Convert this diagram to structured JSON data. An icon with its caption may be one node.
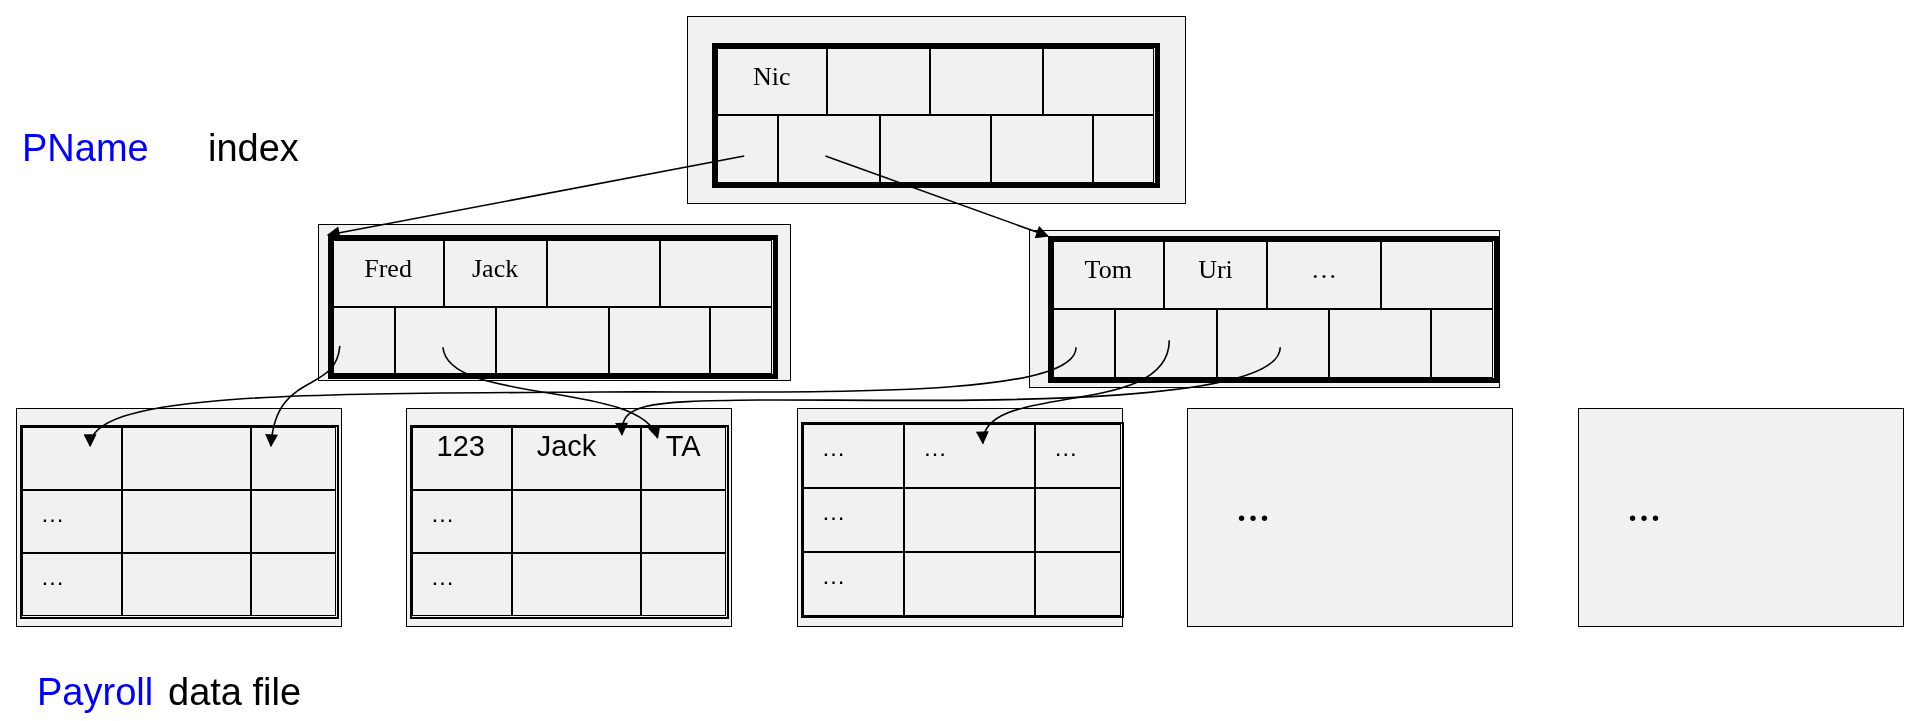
{
  "diagram": {
    "nodes": [
      {
        "text": [],
        "shape": "box"
      },
      {
        "text": [
          "Nic"
        ],
        "in": 0
      },
      {
        "text": [],
        "shape": "box",
        "in": 0
      },
      {
        "text": [],
        "shape": "box",
        "in": 0
      },
      {
        "text": [],
        "shape": "box",
        "in": 0
      },
      {
        "text": [],
        "shape": "box",
        "in": 0
      },
      {
        "text": [],
        "shape": "box",
        "in": 0
      },
      {
        "text": [],
        "shape": "box",
        "in": 0
      },
      {
        "text": [],
        "shape": "box",
        "in": 0
      },
      {
        "text": [],
        "shape": "box",
        "in": 0
      },
      {
        "text": [],
        "shape": "box"
      },
      {
        "text": [
          "Fred"
        ],
        "in": 10
      },
      {
        "text": [
          "Jack"
        ],
        "in": 10
      },
      {
        "text": [],
        "shape": "box",
        "in": 10
      },
      {
        "text": [],
        "shape": "box",
        "in": 10
      },
      {
        "text": [],
        "shape": "box",
        "in": 10
      },
      {
        "text": [],
        "shape": "box",
        "in": 10
      },
      {
        "text": [],
        "shape": "box",
        "in": 10
      },
      {
        "text": [],
        "shape": "box",
        "in": 10
      },
      {
        "text": [],
        "shape": "box",
        "in": 10
      },
      {
        "text": [],
        "shape": "box"
      },
      {
        "text": [
          "Tom"
        ],
        "in": 20
      },
      {
        "text": [
          "Uri"
        ],
        "in": 20
      },
      {
        "text": [
          "…"
        ],
        "in": 20
      },
      {
        "text": [],
        "shape": "box",
        "in": 20
      },
      {
        "text": [],
        "shape": "box",
        "in": 20
      },
      {
        "text": [],
        "shape": "box",
        "in": 20
      },
      {
        "text": [],
        "shape": "box",
        "in": 20
      },
      {
        "text": [],
        "shape": "box",
        "in": 20
      },
      {
        "text": [],
        "shape": "box",
        "in": 20
      },
      {
        "text": [],
        "shape": "box"
      },
      {
        "text": [],
        "shape": "box",
        "in": 30
      },
      {
        "text": [],
        "shape": "box",
        "in": 30
      },
      {
        "text": [],
        "shape": "box",
        "in": 30
      },
      {
        "text": [
          "…"
        ],
        "in": 30
      },
      {
        "text": [],
        "shape": "box",
        "in": 30
      },
      {
        "text": [],
        "shape": "box",
        "in": 30
      },
      {
        "text": [
          "…"
        ],
        "in": 30
      },
      {
        "text": [],
        "shape": "box",
        "in": 30
      },
      {
        "text": [],
        "shape": "box",
        "in": 30
      },
      {
        "text": [],
        "shape": "box"
      },
      {
        "text": [
          "123"
        ],
        "in": 40
      },
      {
        "text": [
          "Jack"
        ],
        "in": 40
      },
      {
        "text": [
          "TA"
        ],
        "in": 40
      },
      {
        "text": [
          "…"
        ],
        "in": 40
      },
      {
        "text": [],
        "shape": "box",
        "in": 40
      },
      {
        "text": [],
        "shape": "box",
        "in": 40
      },
      {
        "text": [
          "…"
        ],
        "in": 40
      },
      {
        "text": [],
        "shape": "box",
        "in": 40
      },
      {
        "text": [],
        "shape": "box",
        "in": 40
      },
      {
        "text": [],
        "shape": "box"
      },
      {
        "text": [
          "…"
        ],
        "in": 50
      },
      {
        "text": [
          "…"
        ],
        "in": 50
      },
      {
        "text": [
          "…"
        ],
        "in": 50
      },
      {
        "text": [
          "…"
        ],
        "in": 50
      },
      {
        "text": [],
        "shape": "box",
        "in": 50
      },
      {
        "text": [],
        "shape": "box",
        "in": 50
      },
      {
        "text": [
          "…"
        ],
        "in": 50
      },
      {
        "text": [],
        "shape": "box",
        "in": 50
      },
      {
        "text": [],
        "shape": "box",
        "in": 50
      },
      {
        "text": [
          "…"
        ]
      },
      {
        "text": [
          "…"
        ]
      }
    ],
    "edges": [
      {
        "from": 5,
        "to": 10,
        "arrow": "to"
      },
      {
        "from": 6,
        "to": 20,
        "arrow": "to"
      },
      {
        "from": 15,
        "to": 33,
        "arrow": "to"
      },
      {
        "from": 16,
        "to": 43,
        "arrow": "to"
      },
      {
        "from": 25,
        "to": 31,
        "arrow": "to"
      },
      {
        "from": 26,
        "to": 52,
        "arrow": "to"
      },
      {
        "from": 27,
        "to": 42,
        "arrow": "to"
      }
    ],
    "labels": [
      "PName",
      "index",
      "Payroll",
      "data file"
    ]
  }
}
